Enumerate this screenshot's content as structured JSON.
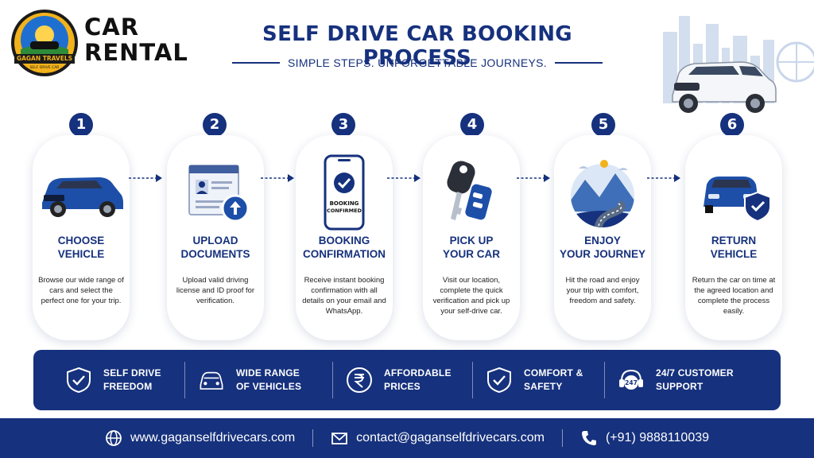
{
  "header": {
    "logo_text_top": "GAGAN TRAVELS",
    "logo_text_bottom": "SELF DRIVE CAR",
    "brand_line1": "CAR",
    "brand_line2": "RENTAL",
    "title": "SELF DRIVE CAR BOOKING PROCESS",
    "subtitle": "SIMPLE STEPS. UNFORGETTABLE JOURNEYS."
  },
  "steps": [
    {
      "number": "1",
      "title_line1": "CHOOSE",
      "title_line2": "VEHICLE",
      "description": "Browse our wide range of cars and select the perfect one for your trip.",
      "icon": "car-icon"
    },
    {
      "number": "2",
      "title_line1": "UPLOAD",
      "title_line2": "DOCUMENTS",
      "description": "Upload valid driving license and ID proof for verification.",
      "icon": "document-upload-icon"
    },
    {
      "number": "3",
      "title_line1": "BOOKING",
      "title_line2": "CONFIRMATION",
      "description": "Receive instant booking confirmation with all details on your email and WhatsApp.",
      "icon": "phone-confirmed-icon",
      "phone_text_line1": "BOOKING",
      "phone_text_line2": "CONFIRMED"
    },
    {
      "number": "4",
      "title_line1": "PICK UP",
      "title_line2": "YOUR CAR",
      "description": "Visit our location, complete the quick verification and pick up your self-drive car.",
      "icon": "car-key-icon"
    },
    {
      "number": "5",
      "title_line1": "ENJOY",
      "title_line2": "YOUR JOURNEY",
      "description": "Hit the road and enjoy your trip with comfort, freedom and safety.",
      "icon": "mountain-road-icon"
    },
    {
      "number": "6",
      "title_line1": "RETURN",
      "title_line2": "VEHICLE",
      "description": "Return the car on time at the agreed location and complete the process easily.",
      "icon": "car-shield-icon"
    }
  ],
  "features": [
    {
      "line1": "SELF DRIVE",
      "line2": "FREEDOM",
      "icon": "shield-check-icon"
    },
    {
      "line1": "WIDE RANGE",
      "line2": "OF VEHICLES",
      "icon": "car-front-icon"
    },
    {
      "line1": "AFFORDABLE",
      "line2": "PRICES",
      "icon": "rupee-icon"
    },
    {
      "line1": "COMFORT &",
      "line2": "SAFETY",
      "icon": "shield-check-icon"
    },
    {
      "line1": "24/7 CUSTOMER",
      "line2": "SUPPORT",
      "icon": "headset-icon",
      "badge": "247"
    }
  ],
  "footer": {
    "website": "www.gaganselfdrivecars.com",
    "email": "contact@gaganselfdrivecars.com",
    "phone": "(+91) 9888110039"
  },
  "colors": {
    "primary": "#16317d",
    "accent_yellow": "#f2b21b",
    "car_blue": "#1d4fa8"
  }
}
